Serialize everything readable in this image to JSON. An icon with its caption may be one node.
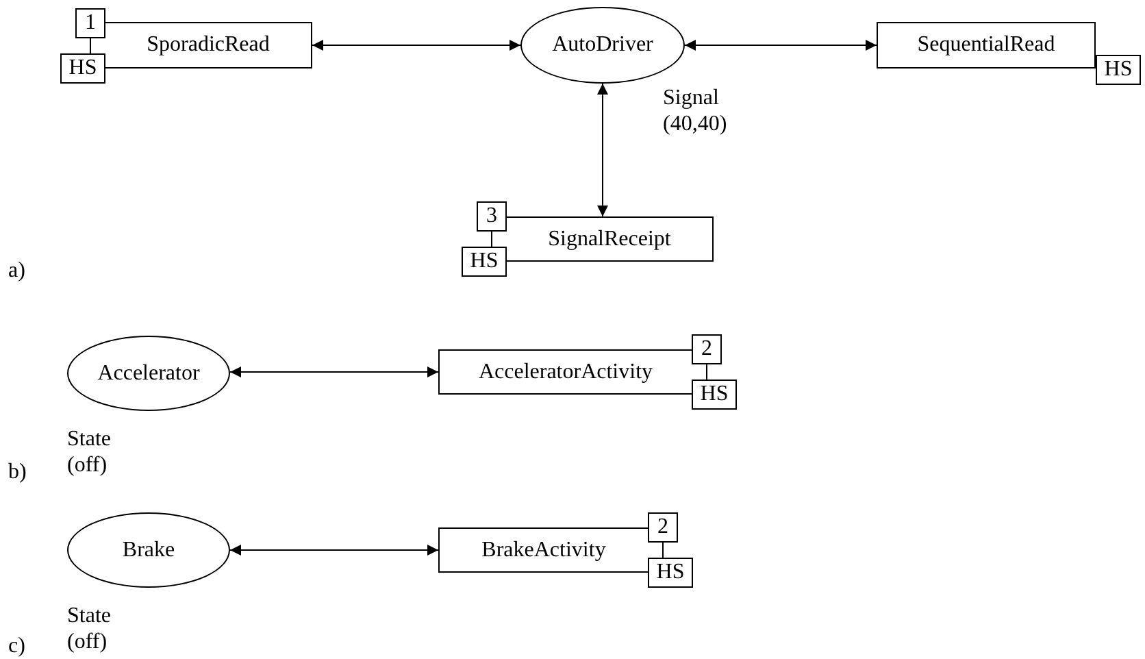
{
  "diagram": {
    "nodes": [
      {
        "text": [
          "SporadicRead"
        ]
      },
      {
        "text": [
          "1"
        ]
      },
      {
        "text": [
          "HS"
        ]
      },
      {
        "text": [
          "AutoDriver"
        ],
        "beside": [
          "Signal (40,40)"
        ]
      },
      {
        "text": [
          "SequentialRead"
        ]
      },
      {
        "text": [
          "HS"
        ]
      },
      {
        "text": [
          "SignalReceipt"
        ]
      },
      {
        "text": [
          "3"
        ]
      },
      {
        "text": [
          "HS"
        ]
      },
      {
        "text": [
          "Accelerator"
        ],
        "beside": [
          "State (off)"
        ]
      },
      {
        "text": [
          "AcceleratorActivity"
        ]
      },
      {
        "text": [
          "2"
        ]
      },
      {
        "text": [
          "HS"
        ]
      },
      {
        "text": [
          "Brake"
        ],
        "beside": [
          "State (off)"
        ]
      },
      {
        "text": [
          "BrakeActivity"
        ]
      },
      {
        "text": [
          "2"
        ]
      },
      {
        "text": [
          "HS"
        ]
      }
    ],
    "edges": [
      {
        "from": 0,
        "to": 3,
        "arrow": "both"
      },
      {
        "from": 4,
        "to": 3,
        "arrow": "both"
      },
      {
        "from": 3,
        "to": 6,
        "arrow": "both"
      },
      {
        "from": 9,
        "to": 10,
        "arrow": "both"
      },
      {
        "from": 13,
        "to": 14,
        "arrow": "both"
      },
      {
        "from": 1,
        "to": 2,
        "arrow": "none"
      },
      {
        "from": 7,
        "to": 8,
        "arrow": "none"
      },
      {
        "from": 11,
        "to": 12,
        "arrow": "none"
      },
      {
        "from": 15,
        "to": 16,
        "arrow": "none"
      }
    ],
    "labels": [
      "a)",
      "b)",
      "c)"
    ]
  }
}
